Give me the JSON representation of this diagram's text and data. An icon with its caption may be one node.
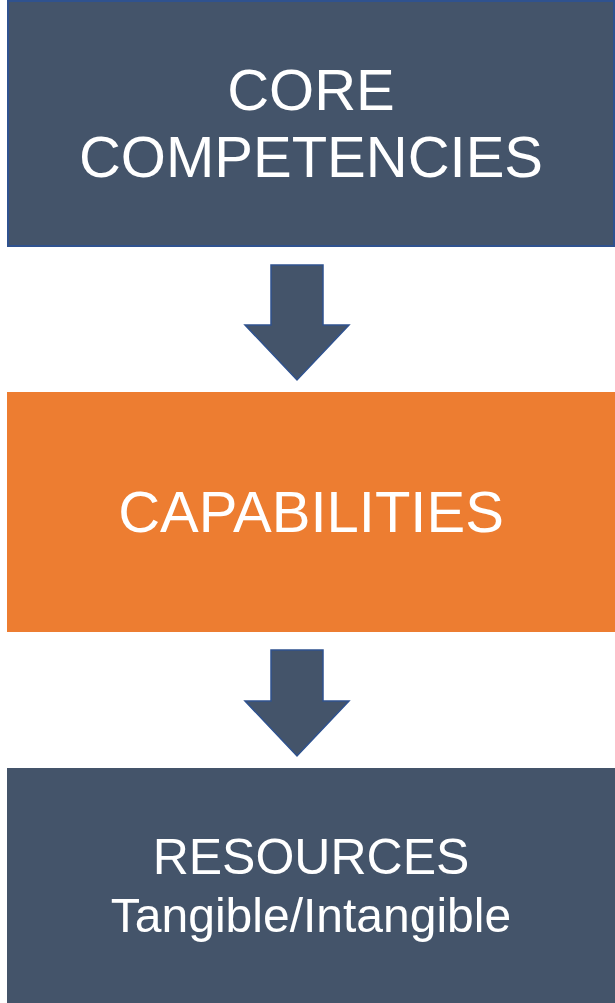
{
  "diagram": {
    "nodes": [
      {
        "text": [
          "CORE COMPETENCIES"
        ]
      },
      {
        "text": [
          "CAPABILITIES"
        ]
      },
      {
        "text": [
          "RESOURCES",
          "Tangible/Intangible"
        ]
      }
    ],
    "edges": [
      {
        "from": 0,
        "to": 1,
        "arrow": "to"
      },
      {
        "from": 1,
        "to": 2,
        "arrow": "to"
      }
    ]
  }
}
